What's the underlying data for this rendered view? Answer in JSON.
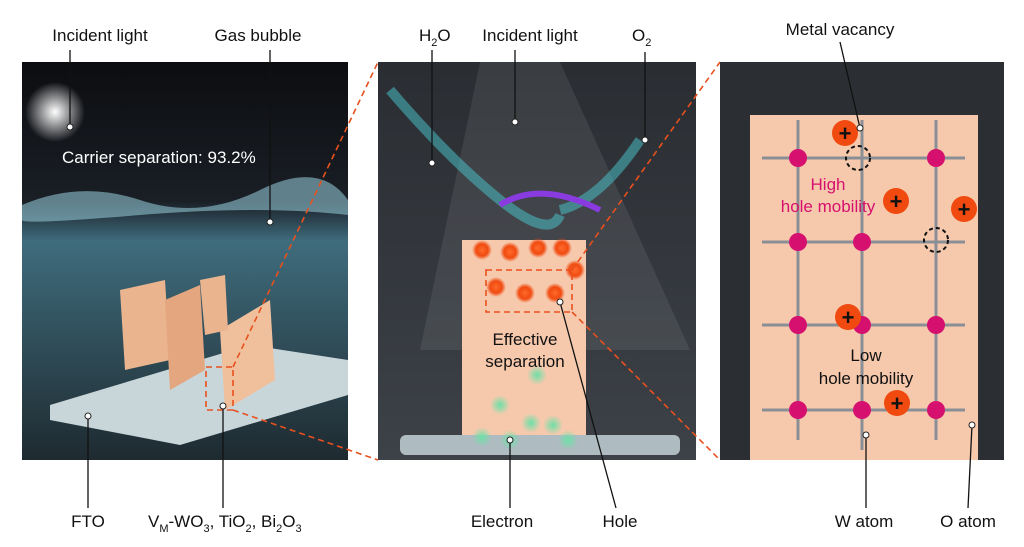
{
  "left_panel": {
    "incident_light": "Incident light",
    "gas_bubble": "Gas bubble",
    "carrier_separation": "Carrier separation: 93.2%",
    "fto": "FTO",
    "materials": {
      "v": "V",
      "m": "M",
      "wo": "-WO",
      "3": "3",
      "tio": ", TiO",
      "2": "2",
      "bio": ", Bi",
      "bi2": "2",
      "o": "O",
      "o3": "3"
    }
  },
  "middle_panel": {
    "h2o": {
      "h": "H",
      "2": "2",
      "o": "O"
    },
    "incident_light": "Incident light",
    "o2": {
      "o": "O",
      "2": "2"
    },
    "effective": "Effective",
    "separation": "separation",
    "electron": "Electron",
    "hole": "Hole"
  },
  "right_panel": {
    "metal_vacancy": "Metal vacancy",
    "high_1": "High",
    "high_2": "hole mobility",
    "low_1": "Low",
    "low_2": "hole mobility",
    "w_atom": "W atom",
    "o_atom": "O atom"
  },
  "colors": {
    "accent": "#e8501e",
    "high_mobility": "#d6106e",
    "crystal": "#f6c9ad"
  }
}
